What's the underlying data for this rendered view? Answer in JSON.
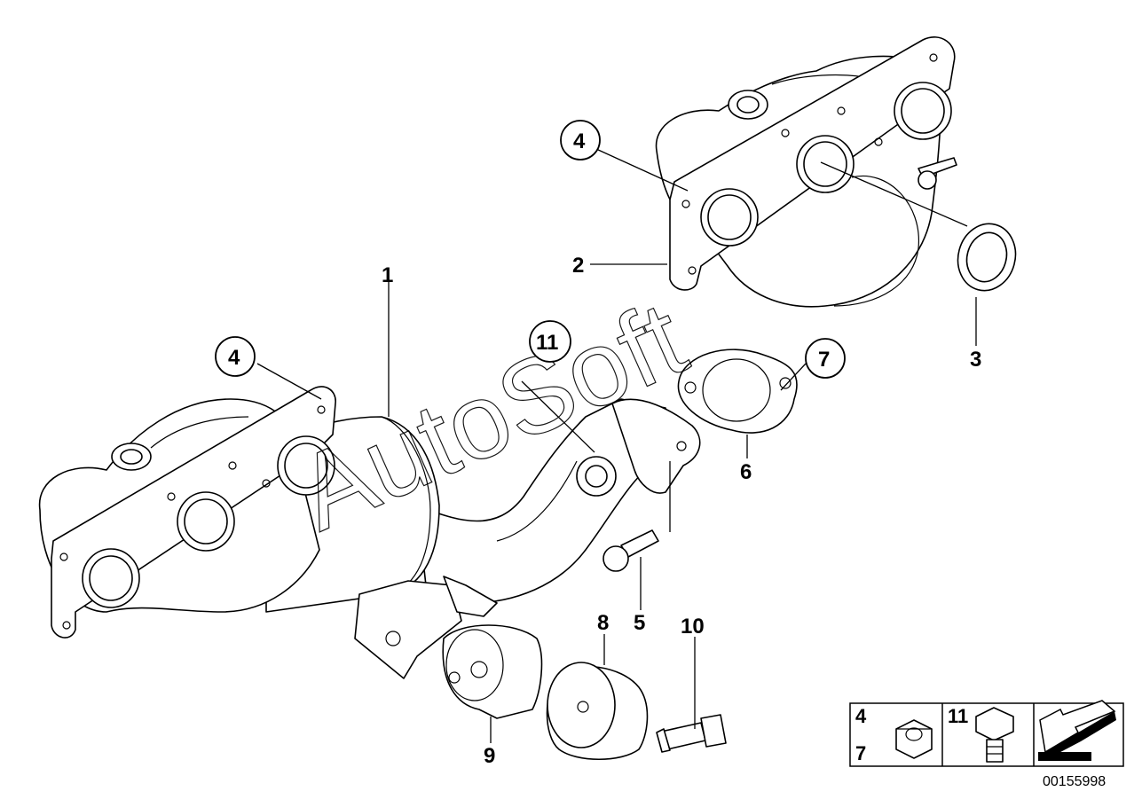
{
  "watermark": "AutoSoft",
  "callouts": {
    "c1": "1",
    "c2": "2",
    "c3": "3",
    "c4a": "4",
    "c4b": "4",
    "c5": "5",
    "c6": "6",
    "c7": "7",
    "c8": "8",
    "c9": "9",
    "c10": "10",
    "c11": "11"
  },
  "legend": {
    "nut_top": "4",
    "nut_bottom": "7",
    "bolt": "11"
  },
  "document_number": "00155998"
}
